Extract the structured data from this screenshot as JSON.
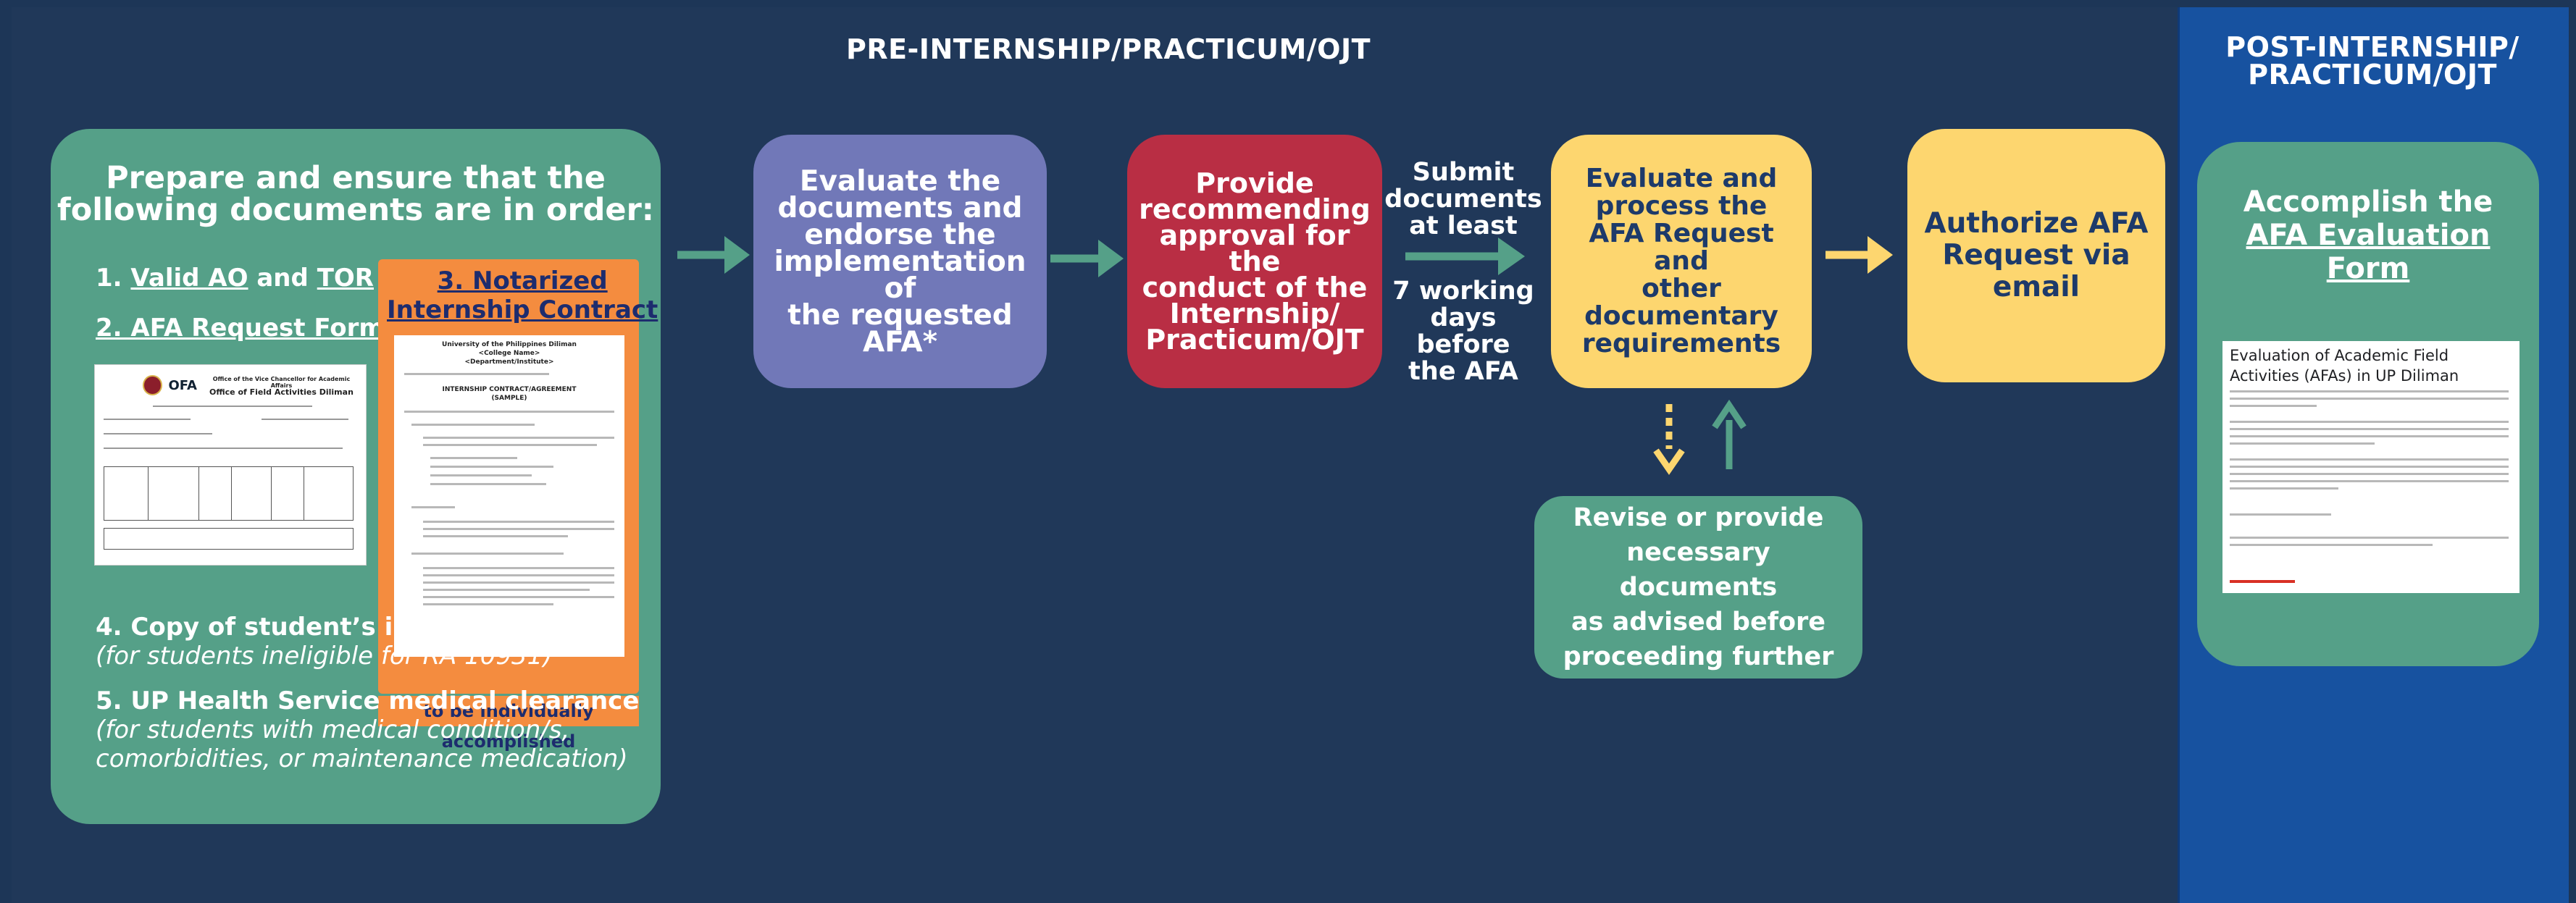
{
  "headers": {
    "pre": "PRE-INTERNSHIP/PRACTICUM/OJT",
    "post_line1": "POST-INTERNSHIP/",
    "post_line2": "PRACTICUM/OJT"
  },
  "step1": {
    "title_line1": "Prepare and ensure that the",
    "title_line2": "following documents are in order:",
    "item1_num": "1. ",
    "item1_ao": "Valid AO",
    "item1_and": " and ",
    "item1_tor": "TOR",
    "item2": "2. AFA Request Form",
    "item3_line1": "3. Notarized",
    "item3_line2": "Internship Contract",
    "item3_note": "to be individually accomplished",
    "item4": "4. Copy of student’s insurance policy",
    "item4_note": "(for students ineligible for RA 10931)",
    "item5": "5. UP Health Service medical clearance",
    "item5_note_line1": "(for students with medical condition/s,",
    "item5_note_line2": "comorbidities, or maintenance medication)"
  },
  "form_thumb": {
    "logo": "OFA",
    "office_small": "Office of the Vice Chancellor for Academic Affairs",
    "office_name": "Office of Field Activities Diliman"
  },
  "contract_doc": {
    "line1": "University of the Philippines Diliman",
    "line2": "<College Name>",
    "line3": "<Department/Institute>",
    "heading1": "INTERNSHIP CONTRACT/AGREEMENT",
    "heading2": "(SAMPLE)"
  },
  "step2": {
    "line1": "Evaluate the",
    "line2": "documents and",
    "line3": "endorse the",
    "line4": "implementation of",
    "line5": "the requested",
    "line6": "AFA*"
  },
  "step3": {
    "line1": "Provide",
    "line2": "recommending",
    "line3": "approval for the",
    "line4": "conduct of the",
    "line5": "Internship/",
    "line6": "Practicum/OJT"
  },
  "submit": {
    "top_line1": "Submit",
    "top_line2": "documents",
    "top_line3": "at least",
    "bot_line1": "7 working",
    "bot_line2": "days before",
    "bot_line3": "the AFA"
  },
  "step4": {
    "line1": "Evaluate and",
    "line2": "process the",
    "line3": "AFA Request and",
    "line4": "other documentary",
    "line5": "requirements"
  },
  "step5": {
    "line1": "Authorize AFA",
    "line2": "Request via",
    "line3": "email"
  },
  "step6": {
    "line1": "Revise or provide",
    "line2": "necessary documents",
    "line3": "as advised before",
    "line4": "proceeding further"
  },
  "step7": {
    "title_line1": "Accomplish the",
    "title_line2": "AFA Evaluation",
    "title_line3": "Form"
  },
  "eval_form": {
    "title": "Evaluation of Academic Field Activities (AFAs) in UP Diliman"
  },
  "colors": {
    "background": "#1d3657",
    "post_panel": "#1752a0",
    "green": "#55a088",
    "purple": "#7178b8",
    "red": "#b92e44",
    "yellow": "#fdd66f",
    "orange": "#f48c3f",
    "navy_text": "#1d3a6a"
  }
}
